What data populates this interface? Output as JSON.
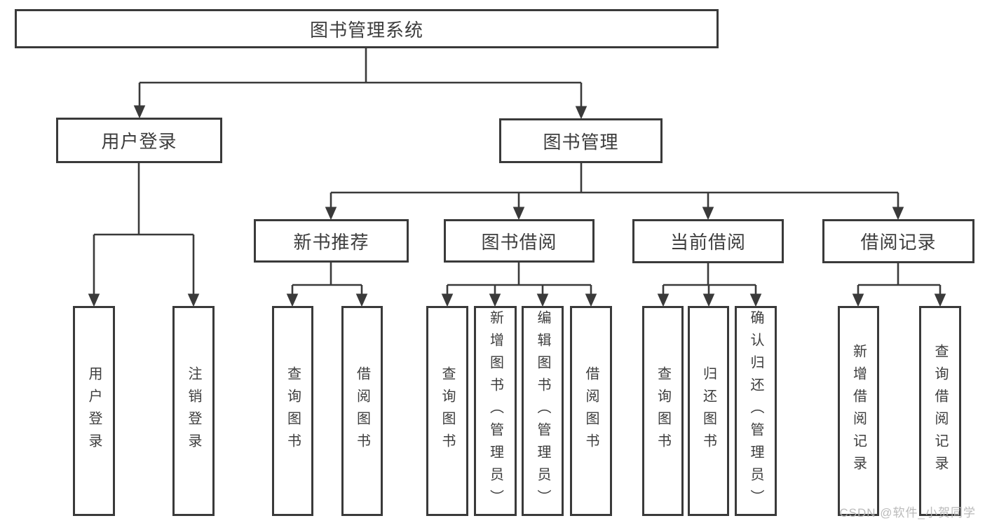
{
  "diagram_type": "functional-structure-tree",
  "colors": {
    "line": "#3a3a3a",
    "box_border": "#3a3a3a",
    "text": "#3d3d3d",
    "background": "#ffffff",
    "watermark": "#b5b5b5"
  },
  "tree": {
    "label": "图书管理系统",
    "children": [
      {
        "label": "用户登录",
        "children": [
          {
            "label": "用户登录"
          },
          {
            "label": "注销登录"
          }
        ]
      },
      {
        "label": "图书管理",
        "children": [
          {
            "label": "新书推荐",
            "children": [
              {
                "label": "查询图书"
              },
              {
                "label": "借阅图书"
              }
            ]
          },
          {
            "label": "图书借阅",
            "children": [
              {
                "label": "查询图书"
              },
              {
                "label": "新增图书（管理员）"
              },
              {
                "label": "编辑图书（管理员）"
              },
              {
                "label": "借阅图书"
              }
            ]
          },
          {
            "label": "当前借阅",
            "children": [
              {
                "label": "查询图书"
              },
              {
                "label": "归还图书"
              },
              {
                "label": "确认归还（管理员）"
              }
            ]
          },
          {
            "label": "借阅记录",
            "children": [
              {
                "label": "新增借阅记录"
              },
              {
                "label": "查询借阅记录"
              }
            ]
          }
        ]
      }
    ]
  },
  "watermark": {
    "text": "CSDN @软件_小贺同学"
  }
}
